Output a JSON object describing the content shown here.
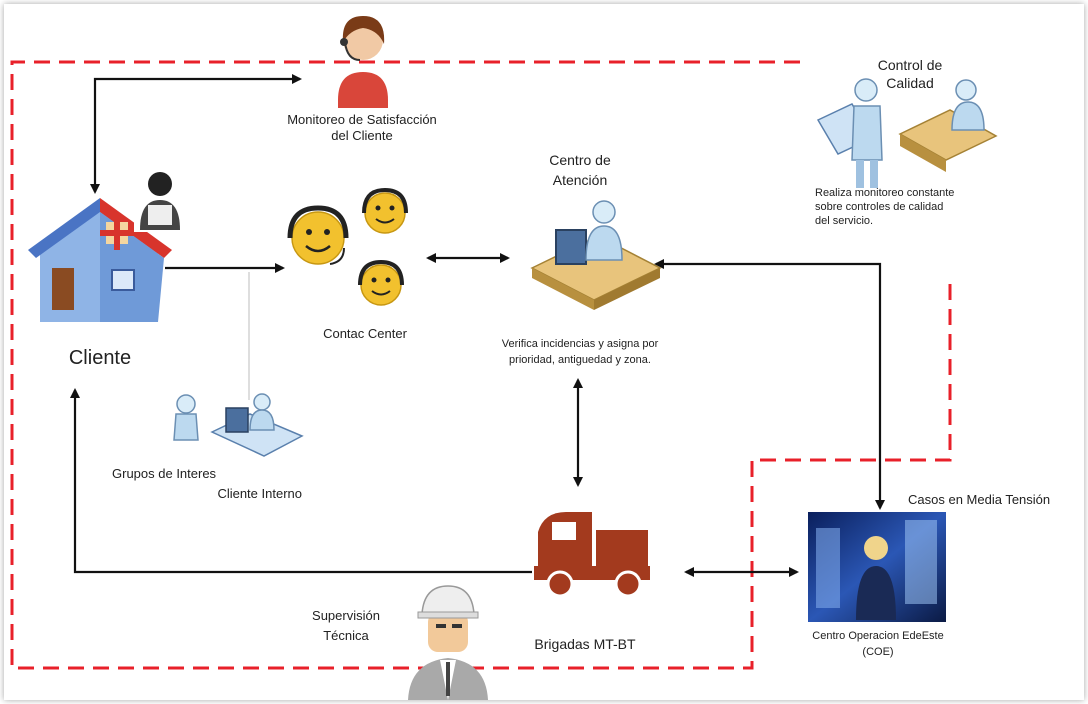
{
  "nodes": {
    "monitoreo": {
      "line1": "Monitoreo de Satisfacción",
      "line2": "del Cliente"
    },
    "control": {
      "line1": "Control de",
      "line2": "Calidad"
    },
    "control_desc": {
      "line1": "Realiza monitoreo constante",
      "line2": "sobre controles de calidad",
      "line3": "del servicio."
    },
    "centro": {
      "line1": "Centro de",
      "line2": "Atención"
    },
    "centro_desc": {
      "line1": "Verifica incidencias y asigna por",
      "line2": "prioridad, antiguedad y zona."
    },
    "contact": {
      "label": "Contac Center"
    },
    "cliente": {
      "label": "Cliente"
    },
    "grupos": {
      "line1": "Grupos de Interes",
      "line2": "Cliente Interno"
    },
    "casos": {
      "label": "Casos en Media Tensión"
    },
    "coe": {
      "line1": "Centro Operacion EdeEste",
      "line2": "(COE)"
    },
    "brigadas": {
      "label": "Brigadas MT-BT"
    },
    "supervision": {
      "line1": "Supervisión",
      "line2": "Técnica"
    }
  },
  "colors": {
    "boundary": "#e8202a",
    "arrow": "#111111",
    "truck": "#a33a1e",
    "house_roof": "#d8342c",
    "smiley": "#f2c12e"
  }
}
